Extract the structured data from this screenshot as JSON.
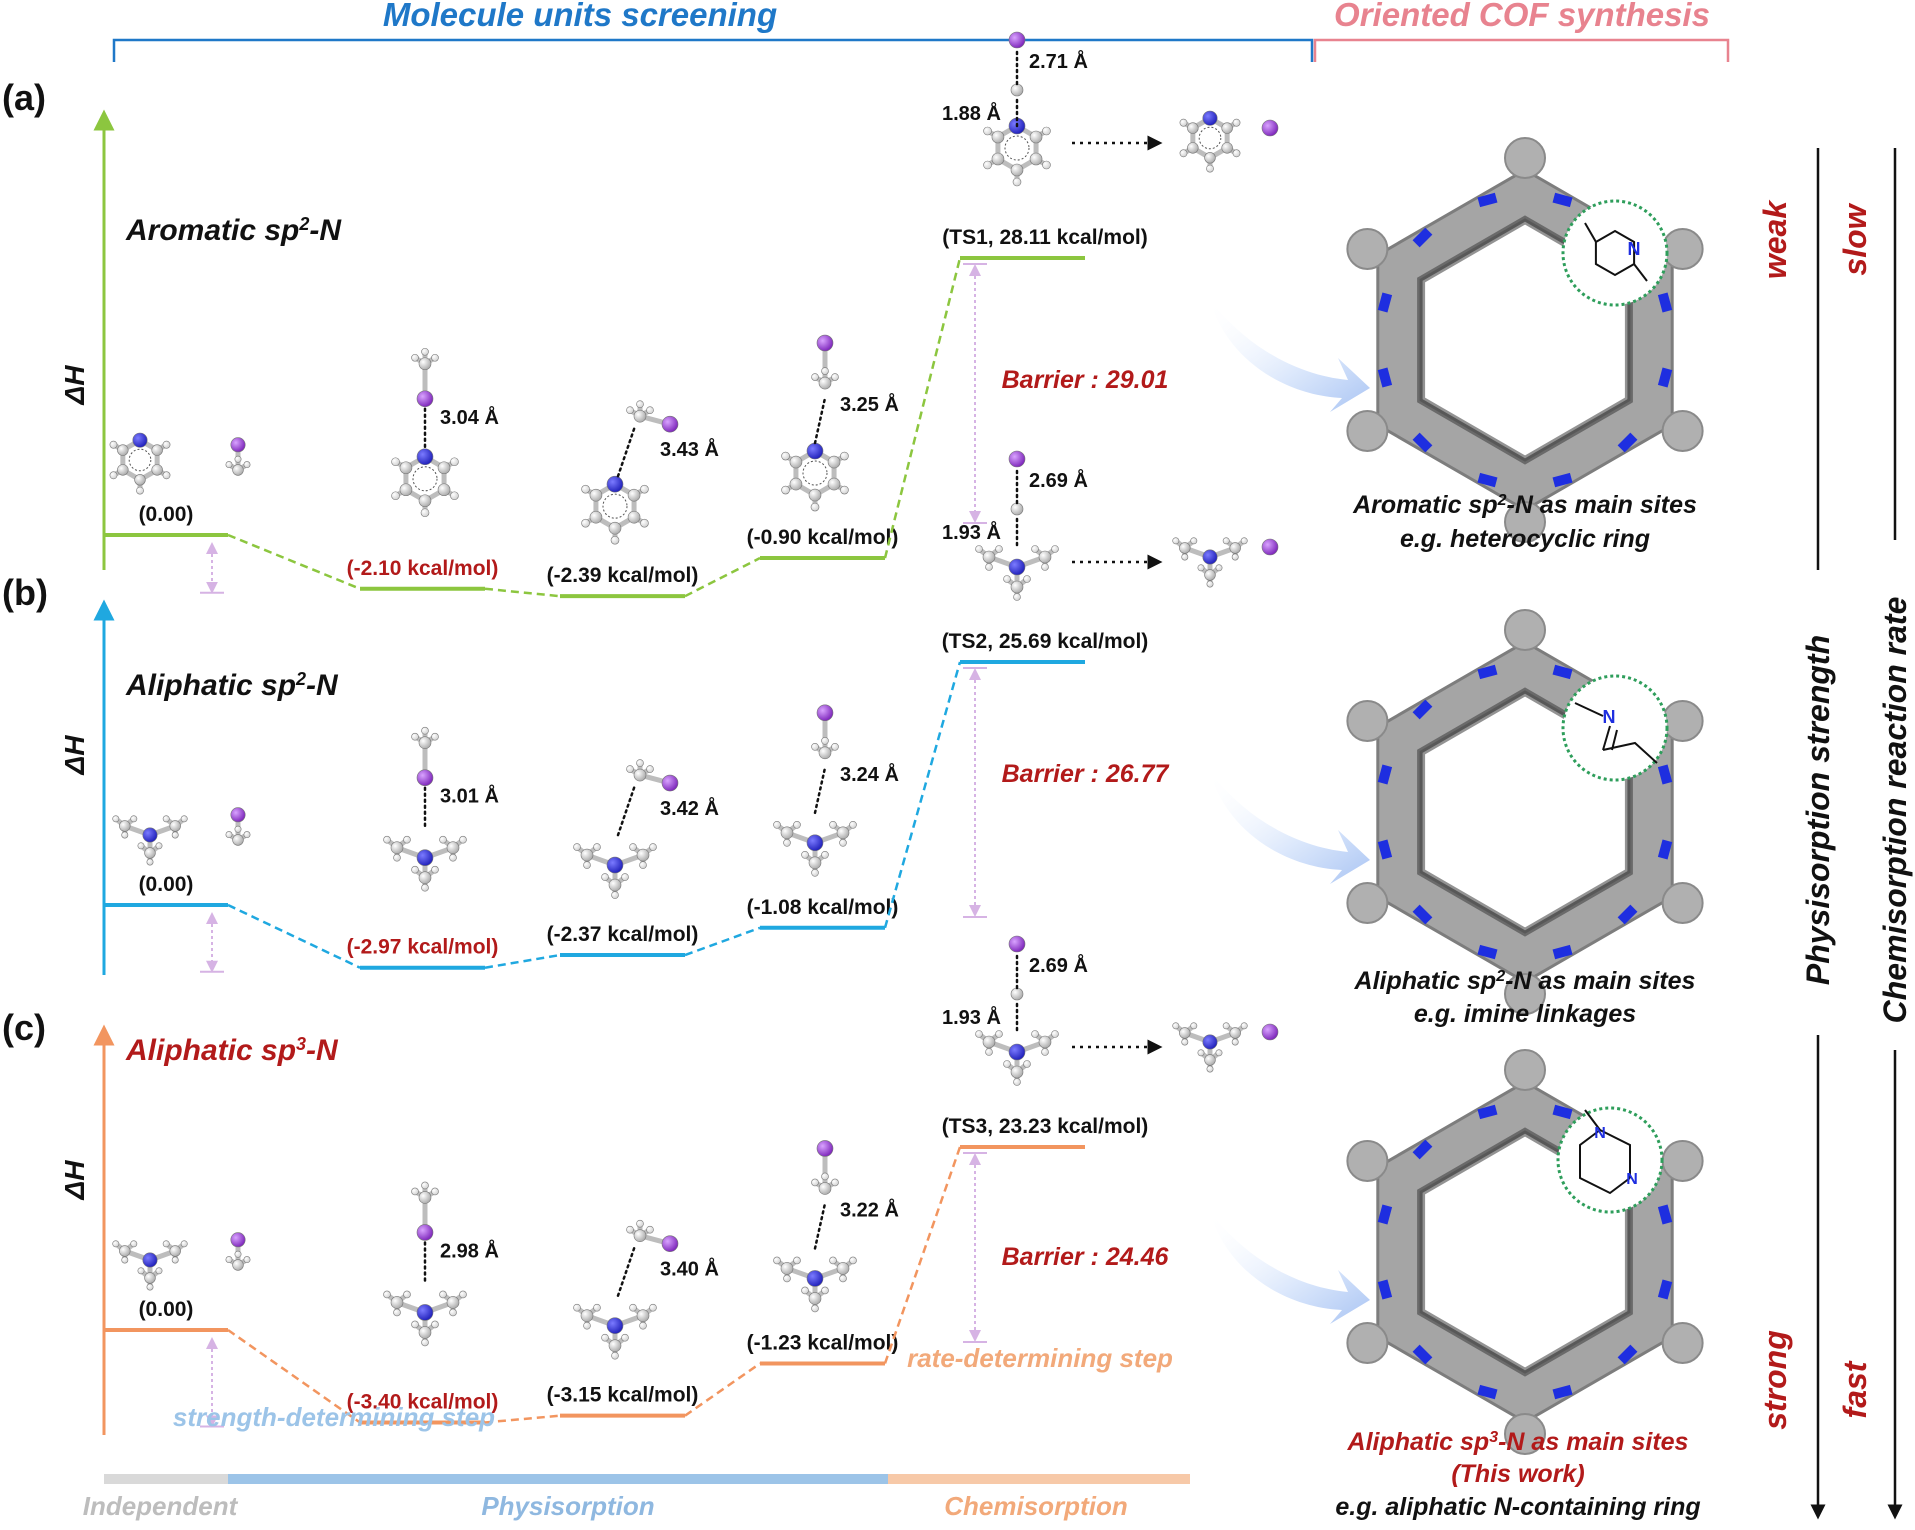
{
  "header": {
    "left_title": "Molecule units screening",
    "right_title": "Oriented COF synthesis"
  },
  "colors": {
    "blue_title": "#1f78c8",
    "pink_title": "#e8838f",
    "green": "#8cc63f",
    "cyan": "#1fa8e0",
    "orange": "#f2955f",
    "dark_red": "#b21a1a",
    "label_pink": "#c9a0d8",
    "nitrogen": "#2b2bd4",
    "iodine": "#9b3fd6",
    "carbon": "#c8c8c8",
    "hydrogen": "#f0f0f0",
    "cof_gray": "#9a9a9a",
    "green_circle": "#2e9e5b",
    "independent_bar": "#d9d9d9",
    "physisorption_bar": "#9cc4e8",
    "chemisorption_bar": "#f7c9a8"
  },
  "panels": [
    {
      "letter": "(a)",
      "title_main": "Aromatic sp",
      "title_sup": "2",
      "title_end": "-N",
      "y_axis": "ΔH",
      "levels": [
        {
          "label": "(0.00)",
          "value": 0.0
        },
        {
          "label": "(-2.10 kcal/mol)",
          "value": -2.1
        },
        {
          "label": "(-2.39 kcal/mol)",
          "value": -2.39
        },
        {
          "label": "(-0.90 kcal/mol)",
          "value": -0.9
        }
      ],
      "ts_label": "(TS1, 28.11 kcal/mol)",
      "ts_value": 28.11,
      "barrier": "Barrier : 29.01",
      "distances": [
        "3.04 Å",
        "3.43 Å",
        "3.25 Å",
        "2.71 Å",
        "1.88 Å"
      ],
      "cof_caption_line1": "Aromatic sp",
      "cof_caption_sup": "2",
      "cof_caption_end": "-N as main sites",
      "cof_caption_line2": "e.g. heterocyclic ring"
    },
    {
      "letter": "(b)",
      "title_main": "Aliphatic sp",
      "title_sup": "2",
      "title_end": "-N",
      "y_axis": "ΔH",
      "levels": [
        {
          "label": "(0.00)",
          "value": 0.0
        },
        {
          "label": "(-2.97 kcal/mol)",
          "value": -2.97
        },
        {
          "label": "(-2.37 kcal/mol)",
          "value": -2.37
        },
        {
          "label": "(-1.08 kcal/mol)",
          "value": -1.08
        }
      ],
      "ts_label": "(TS2, 25.69 kcal/mol)",
      "ts_value": 25.69,
      "barrier": "Barrier : 26.77",
      "distances": [
        "3.01 Å",
        "3.42 Å",
        "3.24 Å",
        "2.69 Å",
        "1.93 Å"
      ],
      "cof_caption_line1": "Aliphatic sp",
      "cof_caption_sup": "2",
      "cof_caption_end": "-N as main sites",
      "cof_caption_line2": "e.g. imine linkages"
    },
    {
      "letter": "(c)",
      "title_main": "Aliphatic sp",
      "title_sup": "3",
      "title_end": "-N",
      "y_axis": "ΔH",
      "levels": [
        {
          "label": "(0.00)",
          "value": 0.0
        },
        {
          "label": "(-3.40 kcal/mol)",
          "value": -3.4
        },
        {
          "label": "(-3.15 kcal/mol)",
          "value": -3.15
        },
        {
          "label": "(-1.23 kcal/mol)",
          "value": -1.23
        }
      ],
      "ts_label": "(TS3, 23.23 kcal/mol)",
      "ts_value": 23.23,
      "barrier": "Barrier : 24.46",
      "distances": [
        "2.98 Å",
        "3.40 Å",
        "3.22 Å",
        "2.69 Å",
        "1.93 Å"
      ],
      "cof_caption_line1": "Aliphatic sp",
      "cof_caption_sup": "3",
      "cof_caption_end": "-N as main sites",
      "cof_caption_line2": "(This work)",
      "cof_caption_line3": "e.g. aliphatic N-containing ring"
    }
  ],
  "step_labels": {
    "strength": "strength-determining step",
    "rate": "rate-determining step"
  },
  "bottom_bar": {
    "independent": "Independent",
    "physisorption": "Physisorption",
    "chemisorption": "Chemisorption"
  },
  "right_axis": {
    "physisorption_title": "Physisorption strength",
    "chemisorption_title": "Chemisorption reaction rate",
    "weak": "weak",
    "strong": "strong",
    "slow": "slow",
    "fast": "fast"
  }
}
